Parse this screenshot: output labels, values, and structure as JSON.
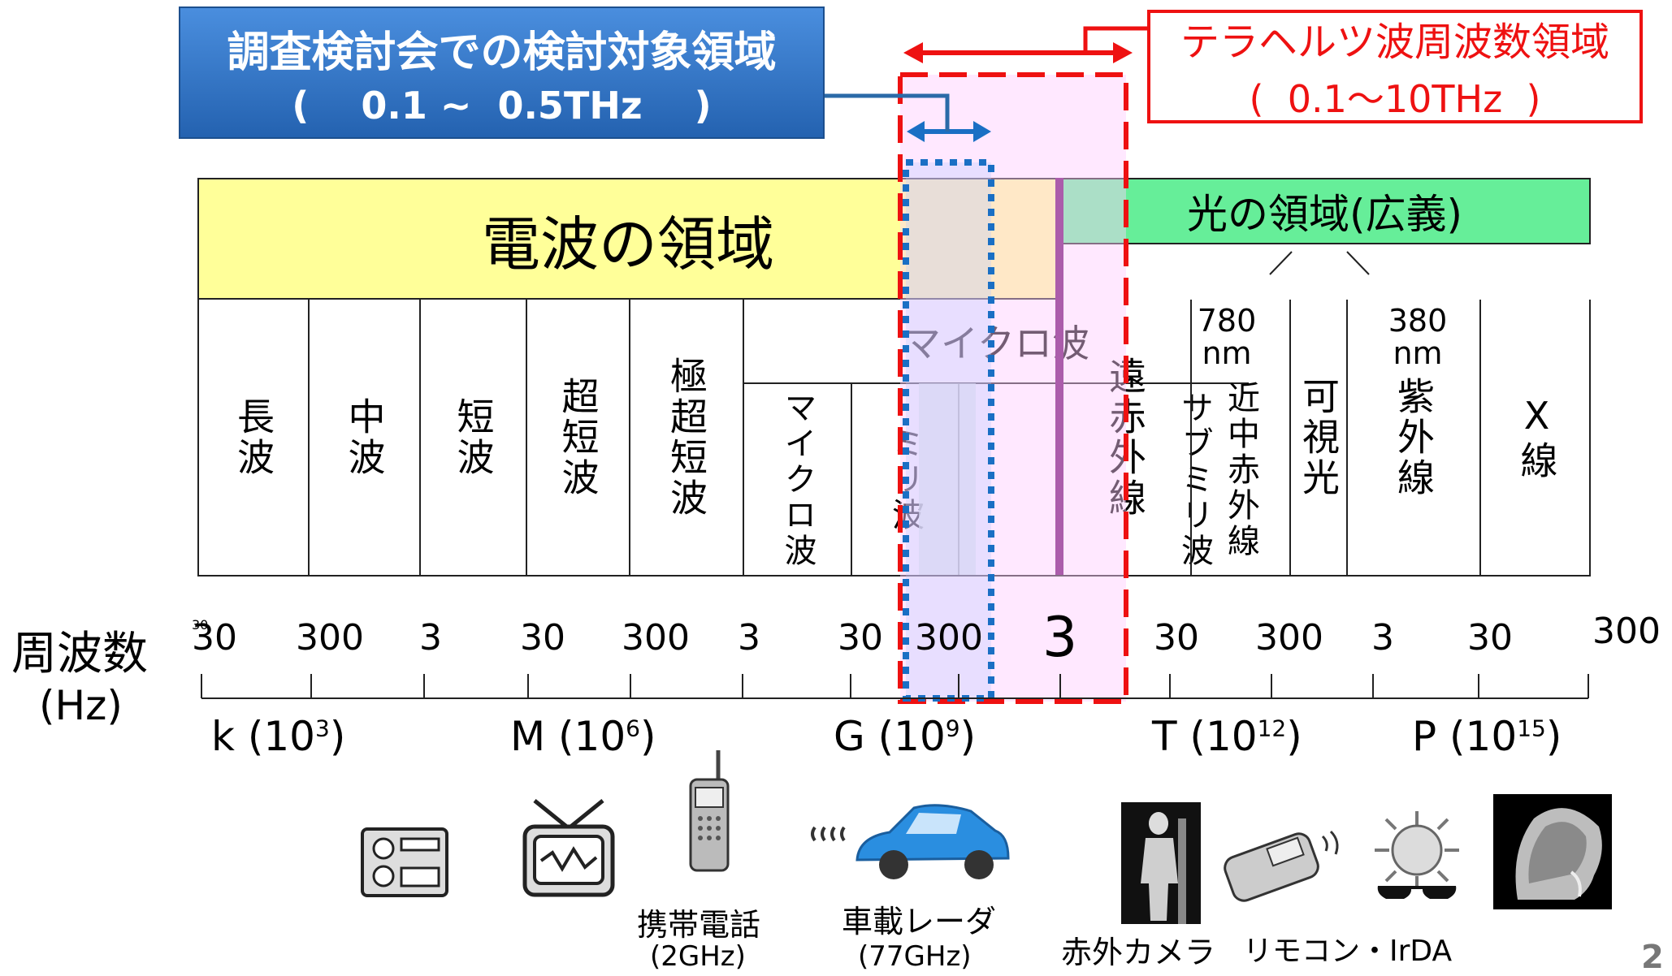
{
  "study_box": {
    "title": "調査検討会での検討対象領域",
    "range": "(    0.1 ~  0.5THz    )"
  },
  "thz_box": {
    "title": "テラヘルツ波周波数領域",
    "range": "(  0.1〜10THz  )"
  },
  "radio_region": "電波の領域",
  "light_region": "光の領域(広義)",
  "microwave_header": "マイクロ波",
  "bands": {
    "long": "長波",
    "medium": "中波",
    "short": "短波",
    "vhf": "超短波",
    "uhf": "極超短波",
    "microwave": "マイクロ波",
    "mm": "ミリ波",
    "submm": "サブミリ波",
    "far_ir": "遠赤外線",
    "near_ir": "近中赤外線",
    "visible": "可視光",
    "uv": "紫外線",
    "xray": "X線"
  },
  "wavelengths": {
    "nm780": "780",
    "nm380": "380",
    "unit": "nm"
  },
  "freq_label": "周波数",
  "freq_unit": "(Hz)",
  "ticks": [
    "30",
    "300",
    "3",
    "30",
    "300",
    "3",
    "30",
    "300",
    "3",
    "30",
    "300",
    "3",
    "30",
    "300"
  ],
  "units": [
    {
      "base": "k (10",
      "exp": "3",
      "close": ")"
    },
    {
      "base": "M (10",
      "exp": "6",
      "close": ")"
    },
    {
      "base": "G (10",
      "exp": "9",
      "close": ")"
    },
    {
      "base": "T (10",
      "exp": "12",
      "close": ")"
    },
    {
      "base": "P (10",
      "exp": "15",
      "close": ")"
    }
  ],
  "apps": {
    "phone": "携帯電話",
    "phone_freq": "(2GHz)",
    "radar": "車載レーダ",
    "radar_freq": "(77GHz)",
    "camera": "赤外カメラ",
    "remote": "リモコン・IrDA"
  },
  "page_number": "2",
  "colors": {
    "radio_fill": "#ffff99",
    "light_fill": "#66ee99",
    "thz_fill": "#ffe6ff",
    "thz_border": "#ee1111",
    "study_border": "#1a6fc4",
    "study_box": "#2e74c7",
    "purple_divider": "#660066"
  }
}
